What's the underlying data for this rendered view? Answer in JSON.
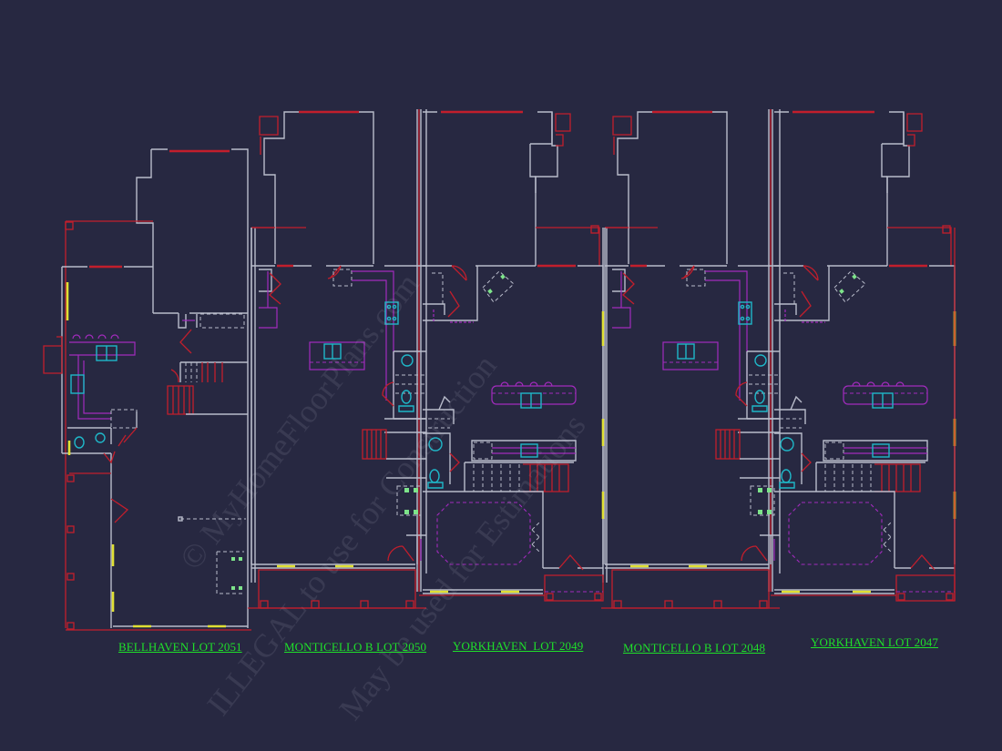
{
  "drawing": {
    "type": "townhome-row-first-floor-plan",
    "background_color": "#272841",
    "colors": {
      "walls": "#b9bccb",
      "exterior_lines": "#c21e2c",
      "cabinets": "#a22bbd",
      "fixtures": "#1fb7c8",
      "windows": "#e0e033",
      "labels": "#1fe02a"
    }
  },
  "units": [
    {
      "name": "BELLHAVEN",
      "lot": "LOT 2051",
      "label": "BELLHAVEN LOT 2051"
    },
    {
      "name": "MONTICELLO B",
      "lot": "LOT 2050",
      "label": "MONTICELLO B LOT 2050"
    },
    {
      "name": "YORKHAVEN",
      "lot": "LOT 2049",
      "label": "YORKHAVEN  LOT 2049"
    },
    {
      "name": "MONTICELLO B",
      "lot": "LOT 2048",
      "label": "MONTICELLO B LOT 2048"
    },
    {
      "name": "YORKHAVEN",
      "lot": "LOT 2047",
      "label": "YORKHAVEN LOT 2047"
    }
  ],
  "watermark": {
    "line1": "© MyHomeFloorPlans.com",
    "line2": "ILLEGAL to use for Construction",
    "line3": "May be used for Estimations"
  }
}
